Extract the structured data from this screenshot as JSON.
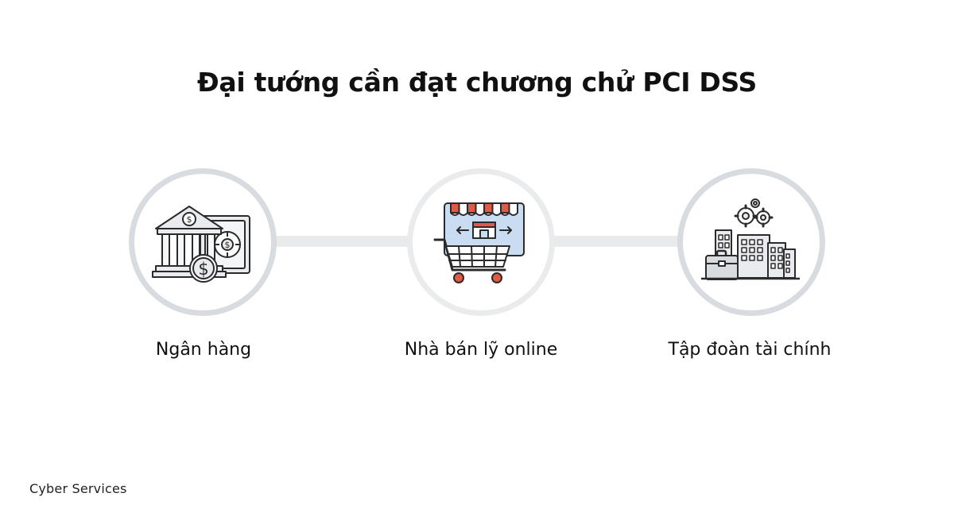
{
  "title": "Đại tướng cần đạt chương chử PCI DSS",
  "items": [
    {
      "label": "Ngân hàng",
      "icon": "bank-vault-icon"
    },
    {
      "label": "Nhà bán lỹ online",
      "icon": "shopping-cart-store-icon"
    },
    {
      "label": "Tập đoàn tài chính",
      "icon": "corporate-buildings-icon"
    }
  ],
  "brand": "Cyber Services",
  "colors": {
    "ring": "#d8dbdf",
    "connector": "#e9eaec",
    "icon_fill": "#e9ebee",
    "icon_stroke": "#2b2b2b",
    "awning_red": "#e05a45",
    "screen_blue": "#c9dcf1"
  }
}
